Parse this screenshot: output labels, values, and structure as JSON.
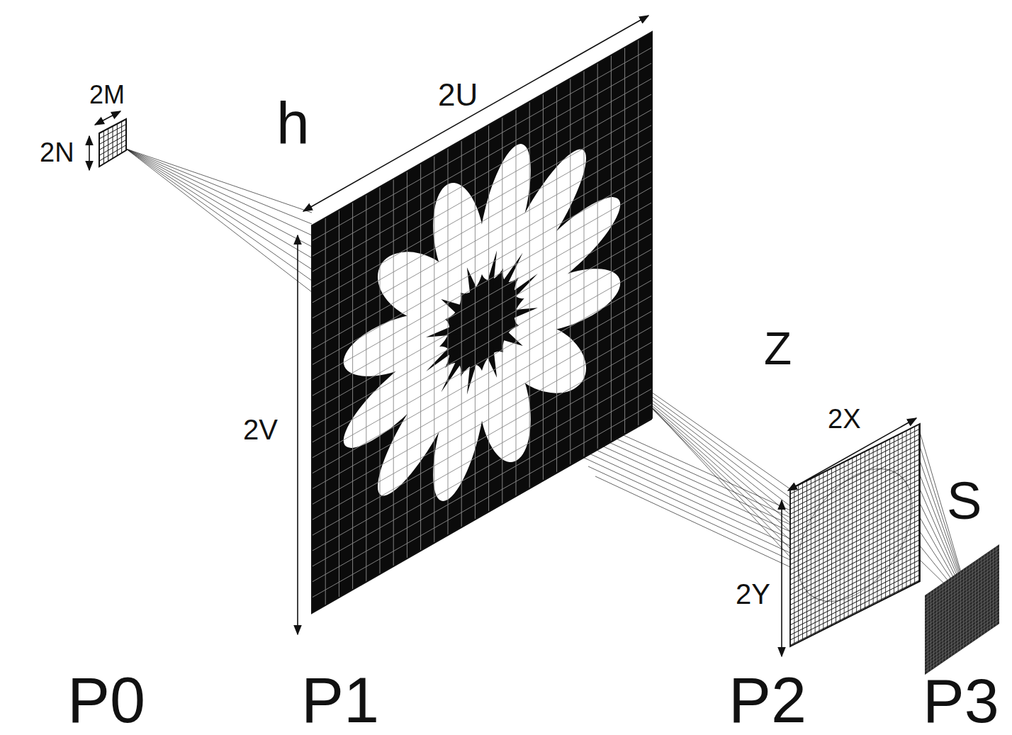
{
  "diagram": {
    "labels": [
      "2M",
      "2U",
      "2N",
      "h",
      "Z",
      "2X",
      "S",
      "2V",
      "2Y",
      "P0",
      "P1",
      "P2",
      "P3"
    ]
  }
}
